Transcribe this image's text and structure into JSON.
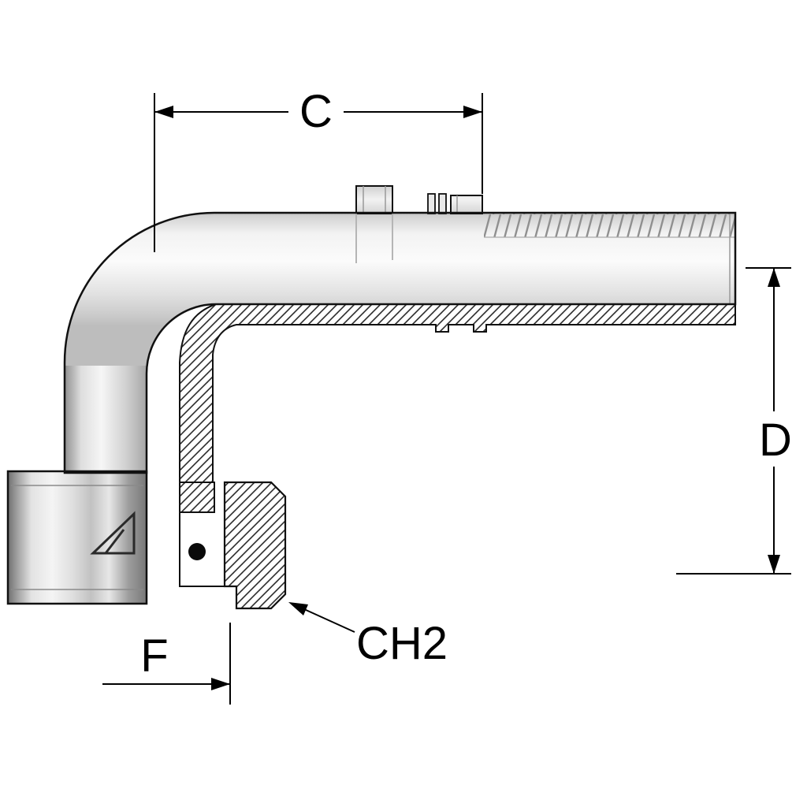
{
  "dimensions": {
    "c": "C",
    "d": "D",
    "f": "F",
    "ch2": "CH2"
  },
  "icons": {
    "brand_logo": "triangle-a-logo"
  },
  "colors": {
    "background": "#ffffff",
    "outline": "#111111",
    "hatch": "#2b2b2b",
    "metal_light": "#f7f7f7",
    "metal_mid": "#d9d9d9",
    "metal_dark": "#8f8f8f"
  }
}
